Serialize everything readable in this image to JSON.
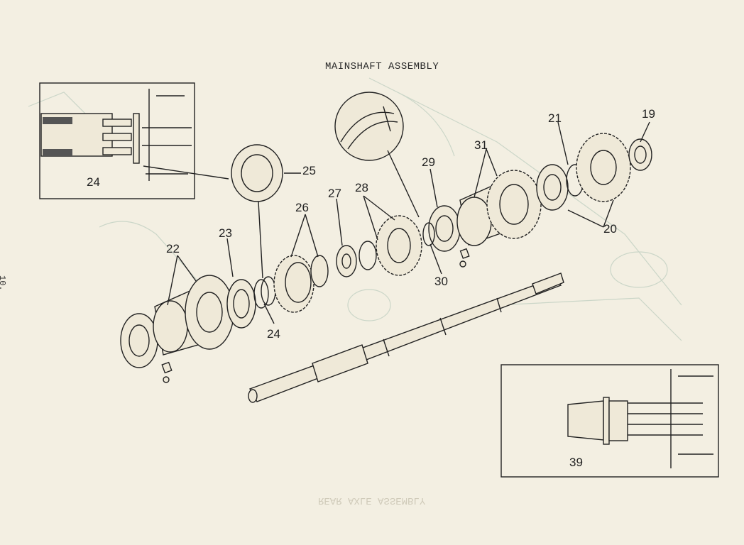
{
  "document": {
    "title": "MAINSHAFT ASSEMBLY",
    "page_number": "10.",
    "mirrored_bleed_text": "REAR AXLE ASSEMBLY"
  },
  "insets": {
    "left": {
      "label": "24"
    },
    "right": {
      "label": "39"
    }
  },
  "callouts": {
    "c19": "19",
    "c20": "20",
    "c21": "21",
    "c22": "22",
    "c23": "23",
    "c24": "24",
    "c25": "25",
    "c26": "26",
    "c27": "27",
    "c28": "28",
    "c29": "29",
    "c30": "30",
    "c31": "31"
  },
  "colors": {
    "paper": "#f3efe2",
    "ink": "#222222",
    "bleed_through": "#cbd6c8"
  }
}
